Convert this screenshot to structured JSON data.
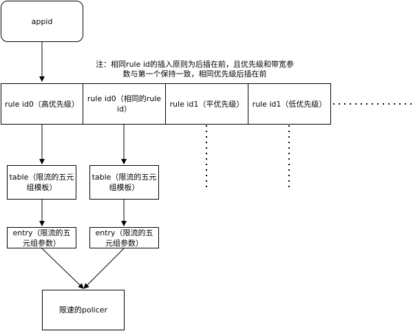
{
  "nodes": {
    "appid": "appid",
    "note": "注：相同rule id的插入原则为后插在前，且优先级和带宽参数与第一个保持一致，相同优先级后插在前",
    "rule0_high": "rule id0（高优先级）",
    "rule0_same": "rule id0（相同的rule id）",
    "rule1_mid": "rule id1（平优先级）",
    "rule1_low": "rule id1（低优先级）",
    "table1": "table（限流的五元组模板）",
    "table2": "table（限流的五元组模板）",
    "entry1": "entry（限流的五元组参数）",
    "entry2": "entry（限流的五元组参数）",
    "policer": "限速的policer"
  }
}
